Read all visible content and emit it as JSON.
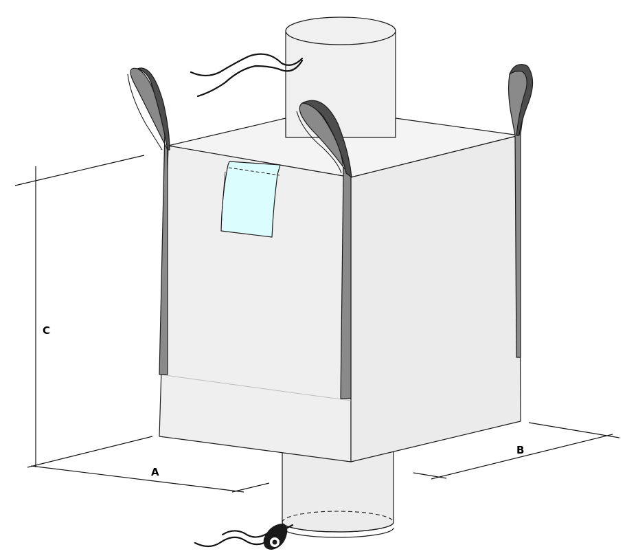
{
  "dimensions": {
    "a_label": "A",
    "b_label": "B",
    "c_label": "C"
  },
  "colors": {
    "bag_front": "#efefef",
    "bag_side": "#ebebeb",
    "bag_top": "#f4f4f4",
    "bag_bottom_band": "#f5f5f5",
    "strap_light": "#8a8a8a",
    "strap_dark": "#4d4d4d",
    "label_pocket": "#dcfdfd",
    "spout_fill": "#f0f0f0",
    "outline": "#1a1a1a"
  }
}
